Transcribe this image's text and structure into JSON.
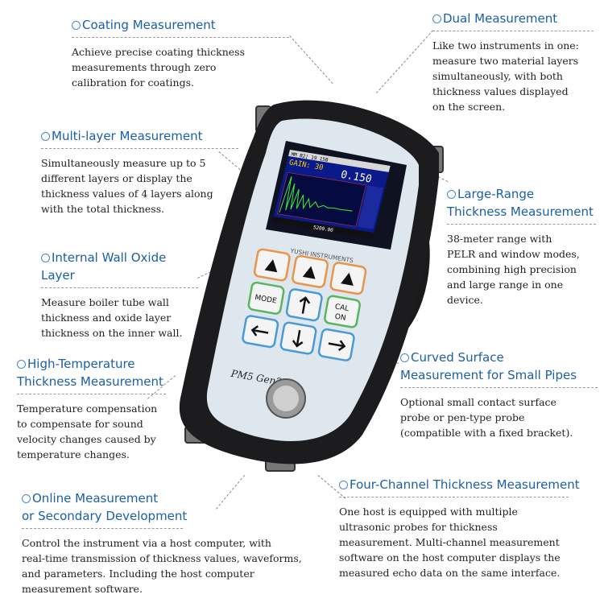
{
  "features": {
    "coating": {
      "title": "Coating Measurement",
      "lines": [
        "Achieve precise coating thickness",
        "measurements through zero",
        "calibration for coatings."
      ]
    },
    "dual": {
      "title": "Dual Measurement",
      "lines": [
        "Like two instruments in one:",
        "measure two material layers",
        "simultaneously, with both",
        "thickness values displayed",
        "on the screen."
      ]
    },
    "multilayer": {
      "title": "Multi-layer Measurement",
      "lines": [
        "Simultaneously measure up to 5",
        "different layers or display the",
        "thickness values of 4 layers along",
        "with the total thickness."
      ]
    },
    "largerange": {
      "title1": "Large-Range",
      "title2": "Thickness Measurement",
      "lines": [
        "38-meter range with",
        "PELR and window modes,",
        "combining high precision",
        "and large range in one",
        "device."
      ]
    },
    "oxide": {
      "title": "Internal Wall Oxide Layer",
      "lines": [
        "Measure boiler tube wall",
        "thickness and oxide layer",
        "thickness on the inner wall."
      ]
    },
    "curved": {
      "title1": "Curved Surface",
      "title2": "Measurement  for Small Pipes",
      "lines": [
        "Optional small contact surface",
        "probe or pen-type probe",
        "(compatible with a fixed bracket)."
      ]
    },
    "hightemp": {
      "title1": "High-Temperature",
      "title2": "Thickness Measurement",
      "lines": [
        "Temperature compensation",
        "to compensate for sound",
        "velocity changes caused by",
        "temperature changes."
      ]
    },
    "online": {
      "title1": "Online Measurement",
      "title2": "or Secondary Development",
      "lines": [
        "Control the instrument via a host computer, with",
        "real-time transmission of thickness values, waveforms,",
        "and parameters. Including the host computer",
        "measurement software."
      ]
    },
    "fourchannel": {
      "title": "Four-Channel Thickness Measurement",
      "lines": [
        "One host is equipped with multiple",
        "ultrasonic probes for thickness",
        "measurement. Multi-channel measurement",
        "software on the host computer displays the",
        "measured echo data on the same interface."
      ]
    }
  },
  "device": {
    "brand": "YUSHI INSTRUMENTS",
    "model": "PM5  Gen2",
    "mode_label": "MODE",
    "cal_label1": "CAL",
    "cal_label2": "ON",
    "screen": {
      "gain": "GAIN: 30",
      "reading": "0.150",
      "top_bar": "MM  B2|  19  15B",
      "bottom_bar": "5200.00"
    }
  },
  "colors": {
    "title": "#1a5fa8",
    "body": "#222222",
    "device_body": "#1c1c1f",
    "face": "#dfe7ee",
    "screen_bg": "#0a1a8a",
    "wave": "#39e62a",
    "key_orange": "#e8944a",
    "key_green": "#5ab560",
    "key_blue": "#4a9ad6"
  }
}
